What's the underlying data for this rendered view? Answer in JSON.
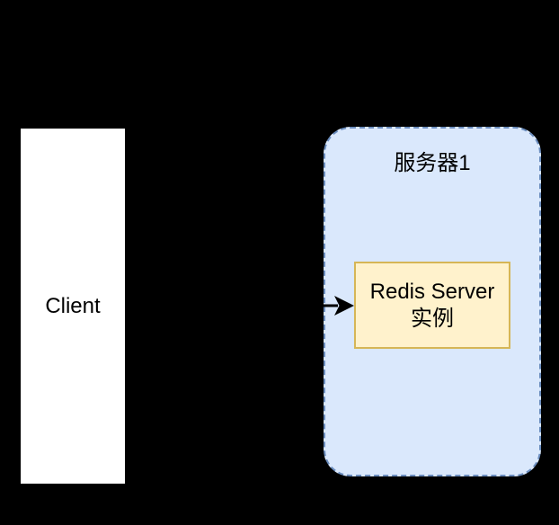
{
  "diagram": {
    "background_color": "#000000",
    "nodes": {
      "client": {
        "label": "Client",
        "fill_color": "#ffffff",
        "border_color": "#000000"
      },
      "server": {
        "label": "服务器1",
        "fill_color": "#dae8fc",
        "border_color": "#6c8ebf",
        "border_style": "dashed"
      },
      "redis": {
        "label_line1": "Redis Server",
        "label_line2": "实例",
        "fill_color": "#fff2cc",
        "border_color": "#d6b656"
      }
    },
    "edges": {
      "client_to_redis": {
        "color": "#000000",
        "direction": "right"
      }
    }
  }
}
